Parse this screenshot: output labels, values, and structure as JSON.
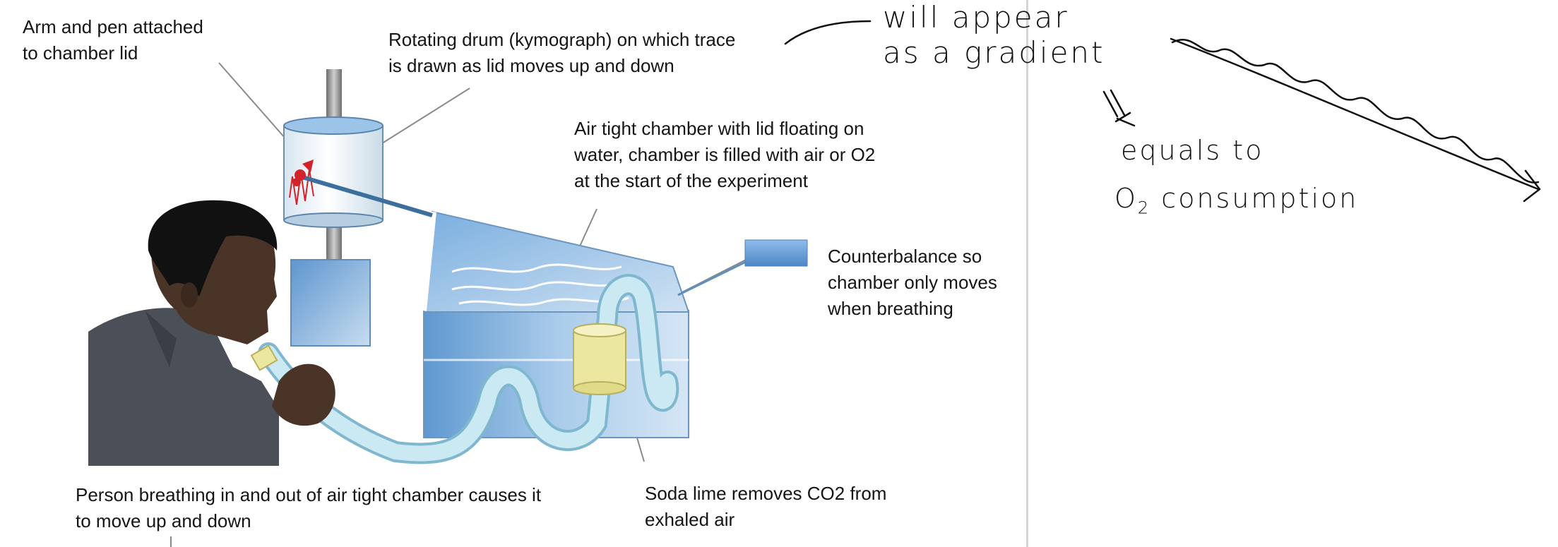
{
  "diagram": {
    "labels": {
      "arm_pen": [
        "Arm and pen attached",
        "to chamber lid"
      ],
      "drum": [
        "Rotating drum (kymograph) on which trace",
        "is drawn as lid moves up and down"
      ],
      "chamber": [
        "Air tight chamber with lid floating on",
        "water, chamber is filled with air or O2",
        "at the start of the experiment"
      ],
      "counterbalance": [
        "Counterbalance so",
        "chamber only moves",
        "when breathing"
      ],
      "person": [
        "Person breathing in and out of air tight chamber causes it",
        "to move up and down"
      ],
      "soda_lime": [
        "Soda lime removes CO2 from",
        "exhaled air"
      ]
    }
  },
  "annotations": {
    "note_gradient": [
      "will appear",
      "as a gradient"
    ],
    "note_equals": "equals to",
    "note_o2": "O",
    "note_o2_sub": "2",
    "note_consumption": "consumption"
  },
  "colors": {
    "chamber_blue": "#6fa3d6",
    "tube_blue": "#bfe3ee",
    "soda_lime": "#ece7a0",
    "pen_red": "#d2232a",
    "skin": "#4a3428",
    "shirt": "#4a4f58"
  }
}
